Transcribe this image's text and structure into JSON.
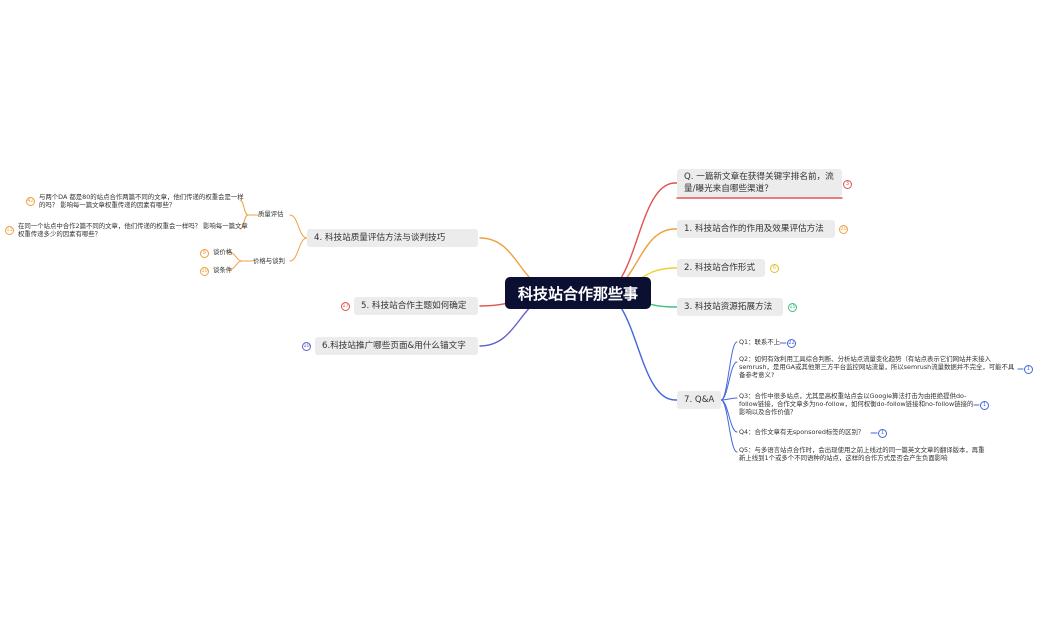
{
  "root": {
    "title": "科技站合作那些事"
  },
  "right": [
    {
      "id": "r0",
      "label": "Q. 一篇新文章在获得关键字排名前，流量/曝光来自哪些渠道？",
      "color": "#e05252",
      "badge": "3"
    },
    {
      "id": "r1",
      "label": "1. 科技站合作的作用及效果评估方法",
      "color": "#f0a040",
      "badge": "20"
    },
    {
      "id": "r2",
      "label": "2. 科技站合作形式",
      "color": "#f0d030",
      "badge": "6"
    },
    {
      "id": "r3",
      "label": "3. 科技站资源拓展方法",
      "color": "#40c080",
      "badge": "15"
    },
    {
      "id": "r4",
      "label": "7. Q&A",
      "color": "#4466dd",
      "badge": ""
    }
  ],
  "left": [
    {
      "id": "l0",
      "label": "4. 科技站质量评估方法与谈判技巧",
      "color": "#f0a040"
    },
    {
      "id": "l1",
      "label": "5. 科技站合作主题如何确定",
      "color": "#e05252",
      "badge": "17"
    },
    {
      "id": "l2",
      "label": "6.科技站推广哪些页面&用什么锚文字",
      "color": "#6060cc",
      "badge": "10"
    }
  ],
  "quality_branches": [
    {
      "label": "质量评估",
      "leaves": [
        {
          "text": "与两个DA 都是80的站点合作两篇不同的文章，他们传递的权重会是一样的吗？ 影响每一篇文章权重传递的因素有哪些？",
          "badge": "42"
        },
        {
          "text": "在同一个站点中合作2篇不同的文章，他们传递的权重会一样吗？ 影响每一篇文章权重传递多少的因素有哪些？",
          "badge": "11"
        }
      ]
    },
    {
      "label": "价格与谈判",
      "leaves": [
        {
          "text": "谈价格",
          "badge": "8"
        },
        {
          "text": "谈条件",
          "badge": "10"
        }
      ]
    }
  ],
  "qa": [
    {
      "text": "Q1：联系不上",
      "badge": "22"
    },
    {
      "text": "Q2：如何有效利用工具综合判断、分析站点流量变化趋势（有站点表示它们网站并未接入semrush，是用GA或其他第三方平台监控网站流量，所以semrush流量数据并不完全，可能不具备参考意义?",
      "badge": "1"
    },
    {
      "text": "Q3：合作中很多站点，尤其是高权重站点会以Google算法打击为由拒绝提供do-follow链接，合作文章多为no-follow，如何权衡do-follow链接和no-follow链接的影响以及合作价值？",
      "badge": "1"
    },
    {
      "text": "Q4：合作文章有无sponsored标签的区别？",
      "badge": "1"
    },
    {
      "text": "Q5：与多语言站点合作时，会出现使用之前上线过的同一篇英文文章的翻译版本，再重新上线到1个或多个不同语种的站点，这样的合作方式是否会产生负面影响",
      "badge": ""
    }
  ]
}
